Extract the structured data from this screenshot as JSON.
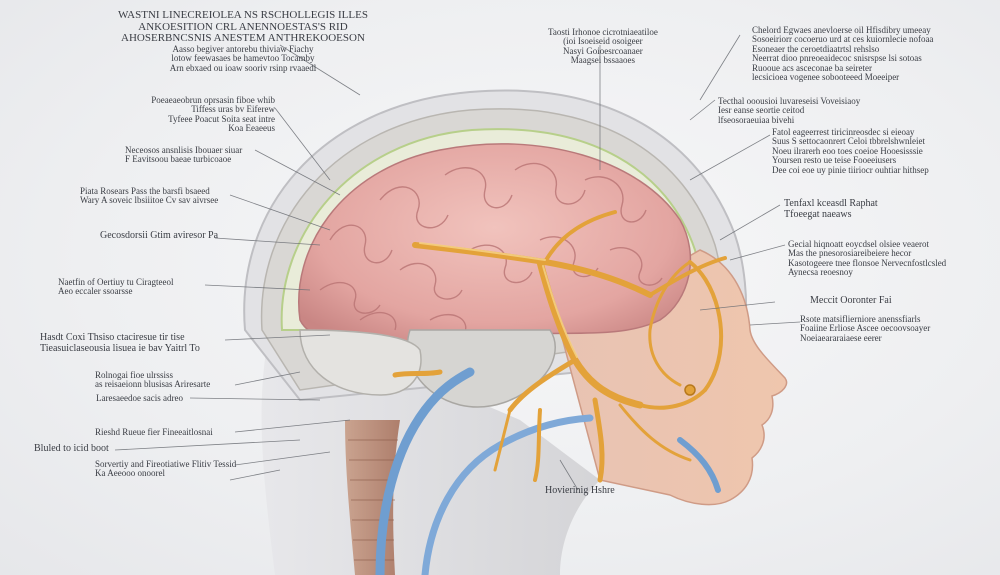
{
  "colors": {
    "background": "#eeeff1",
    "brain": "#e7aaa6",
    "brain_shadow": "#c98684",
    "nerve": "#e3a23a",
    "nerve_dark": "#b7781c",
    "artery": "#6f9ed0",
    "skull": "#d9d7d4",
    "skin": "#e9b59b",
    "leader_line": "#6a6d73"
  },
  "labels": {
    "top_left": [
      "WASTNI LINECREIOLEA NS RSCHOLLEGIS ILLES",
      "ANKOESITION CRL ANENNOESTAS'S RID",
      "AHOSERBNCSNIS ANESTEM ANTHREKOOESON",
      "Aasso begiver antorebu thiviaw Fiachy",
      "lotow feewasaes be hamevtoo Tocamby",
      "Arn ebxaed ou ioaw sooriv rsinp rvaaedl"
    ],
    "left_a": [
      "Poeaeaeobrun oprsasin fiboe whib",
      "Tiffess uras bv Eiferew",
      "Tyfeee Poacut Soita seat intre",
      "Koa Eeaeeus"
    ],
    "left_b": [
      "Neceosos ansnlisis Ibouaer siuar",
      "F Eavitsoou baeae turbicoaoe"
    ],
    "left_c": [
      "Piata Rosears Pass the barsfi bsaeed",
      "Wary A soveic lbsiiitoe Cv sav aivrsee"
    ],
    "left_d": [
      "Gecosdorsii Gtim aviresor Pa"
    ],
    "left_e": [
      "Naetfin of Oertiuy tu Ciragteeol",
      "Aeo eccaler ssoarsse"
    ],
    "left_f": [
      "Hasdt Coxi Thsiso ctaciresue tir tise",
      "Tieasuiclaseousia lisuea ie bav Yaitrl To"
    ],
    "left_g": [
      "Rolnogai fioe ulrssiss",
      "as reisaeionn blusisas Ariresarte"
    ],
    "left_h": [
      "Laresaeedoe sacis adreo"
    ],
    "left_i": [
      "Rieshd Rueue fier Fineeaitlosnai"
    ],
    "left_j": [
      "Bluled to icid boot"
    ],
    "left_k": [
      "Sorvertiy and Fireotiatiwe Flitiv Tessid",
      "Ka Aeeooo onoorel"
    ],
    "top_mid": [
      "Taosti Irhonoe cicrotniaeatiloe",
      "(ioi Isoeiseid osoigeer",
      "Nasyi Goioesrcoanaer",
      "Maagsei bssaaoes"
    ],
    "top_right": [
      "Chelord Egwaes anevloerse oil Hfisdibry umeeay",
      "Sosoeiriorr cocoeruo urd at ces kuiornlecie nofoaa",
      "Esoneaer the ceroetdiaatrtsl rehslso",
      "Neerrat dioo pnreoeaidecoc snisrspse lsi sotoas",
      "Ruooue acs asceconae ba seireter",
      "lecsicioea vogenee sobooteeed Moeeiper"
    ],
    "right_a": [
      "Tecthal ooousioi luvareseisi Voveisiaoy",
      "Iesr eanse seortie ceitod",
      "lfseosoraeuiaa bivehi"
    ],
    "right_b": [
      "Fatol eageerrest tiricinreosdec si eieoay",
      "Suus S settocaonrert Celoi tbbrelshwnleiet",
      "Noeu ilrarerh eoo toes coeioe Hooesisssie",
      "Yoursen resto ue teise Fooeeiusers",
      "Dee coi eoe uy pinie tiiriocr ouhtiar hithsep"
    ],
    "right_c": [
      "Tenfaxl kceasdl Raphat",
      "Tfoeegat naeaws"
    ],
    "right_d": [
      "Gecial hiqnoatt eoycdsel olsiee veaerot",
      "Mas the pnesorosiareibeiere hecor",
      "Kasotogeere tnee flonsoe Nervecnfostlcsled",
      "Aynecsa reoesnoy"
    ],
    "right_e": [
      "Meccit Ooronter Fai"
    ],
    "right_f": [
      "Rsote matsiflierniore anenssfiarls",
      "Foaiine Erliose Ascee oecoovsoayer",
      "Noeiaeararaiaese eerer"
    ],
    "bottom": [
      "Hovierinig Hshre"
    ]
  }
}
